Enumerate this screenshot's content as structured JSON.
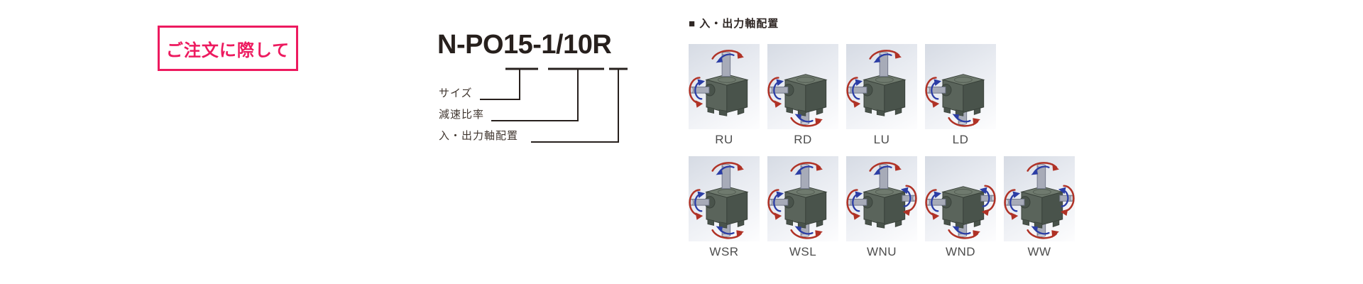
{
  "colors": {
    "accent_pink": "#ed1a5f",
    "ink": "#27201d",
    "callout_text": "#40362f",
    "tile_label": "#4d4d4d",
    "box_top": "#6f7a6e",
    "box_front": "#5a645b",
    "box_side": "#49534b",
    "box_edge": "#39413a",
    "shaft": "#a7abb8",
    "shaft_hi": "#c9ccd6",
    "shaft_edge": "#72788a",
    "arrow_red": "#b03226",
    "arrow_blue": "#2b3da5"
  },
  "order_note": {
    "label": "ご注文に際して"
  },
  "model_code": {
    "number": "N-PO15-1/10R",
    "callouts": [
      {
        "label": "サイズ"
      },
      {
        "label": "減速比率"
      },
      {
        "label": "入・出力軸配置"
      }
    ]
  },
  "shaft_layout": {
    "heading": "■ 入・出力軸配置",
    "rows": [
      {
        "items": [
          {
            "code": "RU",
            "shafts": {
              "top": true,
              "bottom": false,
              "left": true,
              "right": false
            }
          },
          {
            "code": "RD",
            "shafts": {
              "top": false,
              "bottom": true,
              "left": true,
              "right": false
            }
          },
          {
            "code": "LU",
            "shafts": {
              "top": true,
              "bottom": false,
              "left": true,
              "right": false
            }
          },
          {
            "code": "LD",
            "shafts": {
              "top": false,
              "bottom": true,
              "left": true,
              "right": false
            }
          }
        ]
      },
      {
        "items": [
          {
            "code": "WSR",
            "shafts": {
              "top": true,
              "bottom": true,
              "left": true,
              "right": false
            }
          },
          {
            "code": "WSL",
            "shafts": {
              "top": true,
              "bottom": true,
              "left": true,
              "right": false
            }
          },
          {
            "code": "WNU",
            "shafts": {
              "top": true,
              "bottom": false,
              "left": true,
              "right": true
            }
          },
          {
            "code": "WND",
            "shafts": {
              "top": false,
              "bottom": true,
              "left": true,
              "right": true
            }
          },
          {
            "code": "WW",
            "shafts": {
              "top": true,
              "bottom": true,
              "left": true,
              "right": true
            }
          }
        ]
      }
    ]
  }
}
